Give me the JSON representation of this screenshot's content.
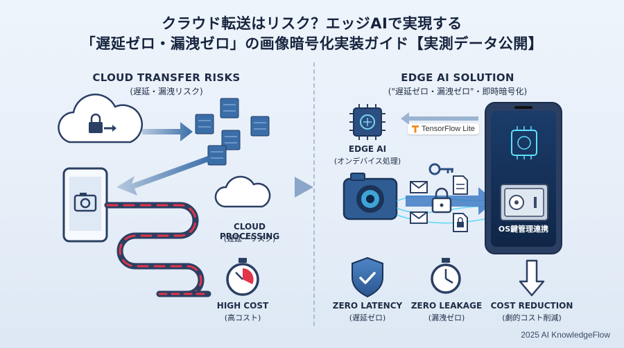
{
  "title": {
    "line1": "クラウド転送はリスク？エッジAIで実現する",
    "line2": "「遅延ゼロ・漏洩ゼロ」の画像暗号化実装ガイド【実測データ公開】"
  },
  "left": {
    "heading": "CLOUD TRANSFER RISKS",
    "subheading": "(遅延・漏洩リスク)",
    "cloud_processing": {
      "label": "CLOUD PROCESSING",
      "sub": "(遅延・リスク)"
    },
    "high_cost": {
      "label": "HIGH COST",
      "sub": "(高コスト)"
    }
  },
  "right": {
    "heading": "EDGE AI SOLUTION",
    "subheading": "(\"遅延ゼロ・漏洩ゼロ\"・即時暗号化)",
    "edge_ai": {
      "label": "EDGE AI",
      "sub": "(オンデバイス処理)"
    },
    "tensorflow_badge": "TensorFlow Lite",
    "os_key": "OS鍵管理連携",
    "benefits": [
      {
        "label": "ZERO LATENCY",
        "sub": "(遅延ゼロ)"
      },
      {
        "label": "ZERO LEAKAGE",
        "sub": "(漏洩ゼロ)"
      },
      {
        "label": "COST REDUCTION",
        "sub": "(劇的コスト削減)"
      }
    ]
  },
  "footer": "2025 AI KnowledgeFlow",
  "colors": {
    "accent": "#3b6ea8",
    "risk_red": "#e2354a",
    "glow_cyan": "#3fd3f5",
    "navy": "#2b3f63"
  },
  "icons": [
    "cloud-lock-icon",
    "server-cluster-icon",
    "phone-camera-icon",
    "cloud-icon",
    "stopwatch-icon",
    "chip-icon",
    "camera-icon",
    "key-icon",
    "mail-icon",
    "document-lock-icon",
    "padlock-icon",
    "smartphone-icon",
    "safe-icon",
    "shield-check-icon",
    "stopwatch-icon",
    "arrow-down-icon"
  ]
}
